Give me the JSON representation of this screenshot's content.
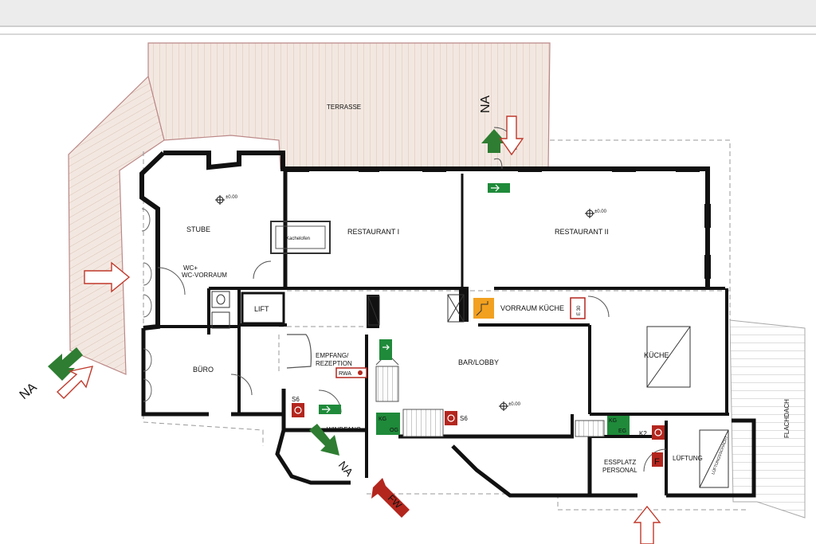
{
  "rooms": {
    "terrasse": "TERRASSE",
    "stube": "STUBE",
    "restaurant_1": "RESTAURANT I",
    "restaurant_2": "RESTAURANT II",
    "kachelofen": "Kachelofen",
    "wc_line1": "WC+",
    "wc_line2": "WC-VORRAUM",
    "lift": "LIFT",
    "vorraum_kueche": "VORRAUM KÜCHE",
    "e30": "E 30",
    "empfang_line1": "EMPFANG/",
    "empfang_line2": "REZEPTION",
    "rwa": "RWA",
    "bar_lobby": "BAR/LOBBY",
    "kueche": "KÜCHE",
    "buero": "BÜRO",
    "windfang": "WINDFANG",
    "essplatz_line1": "ESSPLATZ",
    "essplatz_line2": "PERSONAL",
    "lueftung": "LÜFTUNG",
    "lueftungsschacht": "LÜFTUNGSSCHACHT",
    "flachdach": "FLACHDACH"
  },
  "levels": {
    "stube": "±0.00",
    "restaurant_2": "±0.00",
    "bar_lobby": "±0.00"
  },
  "markers": {
    "na": "NA",
    "fw": "FW",
    "s6": "S6",
    "k2": "K2",
    "kg": "KG",
    "og": "OG",
    "eg": "EG",
    "f": "F"
  },
  "colors": {
    "wall": "#111111",
    "exit_green": "#2e7d32",
    "sign_green": "#1f8a3a",
    "fire_red": "#b3261e",
    "orange": "#f2a01f",
    "outline_red": "#c0392b",
    "terrace": "#e8d9cf"
  }
}
